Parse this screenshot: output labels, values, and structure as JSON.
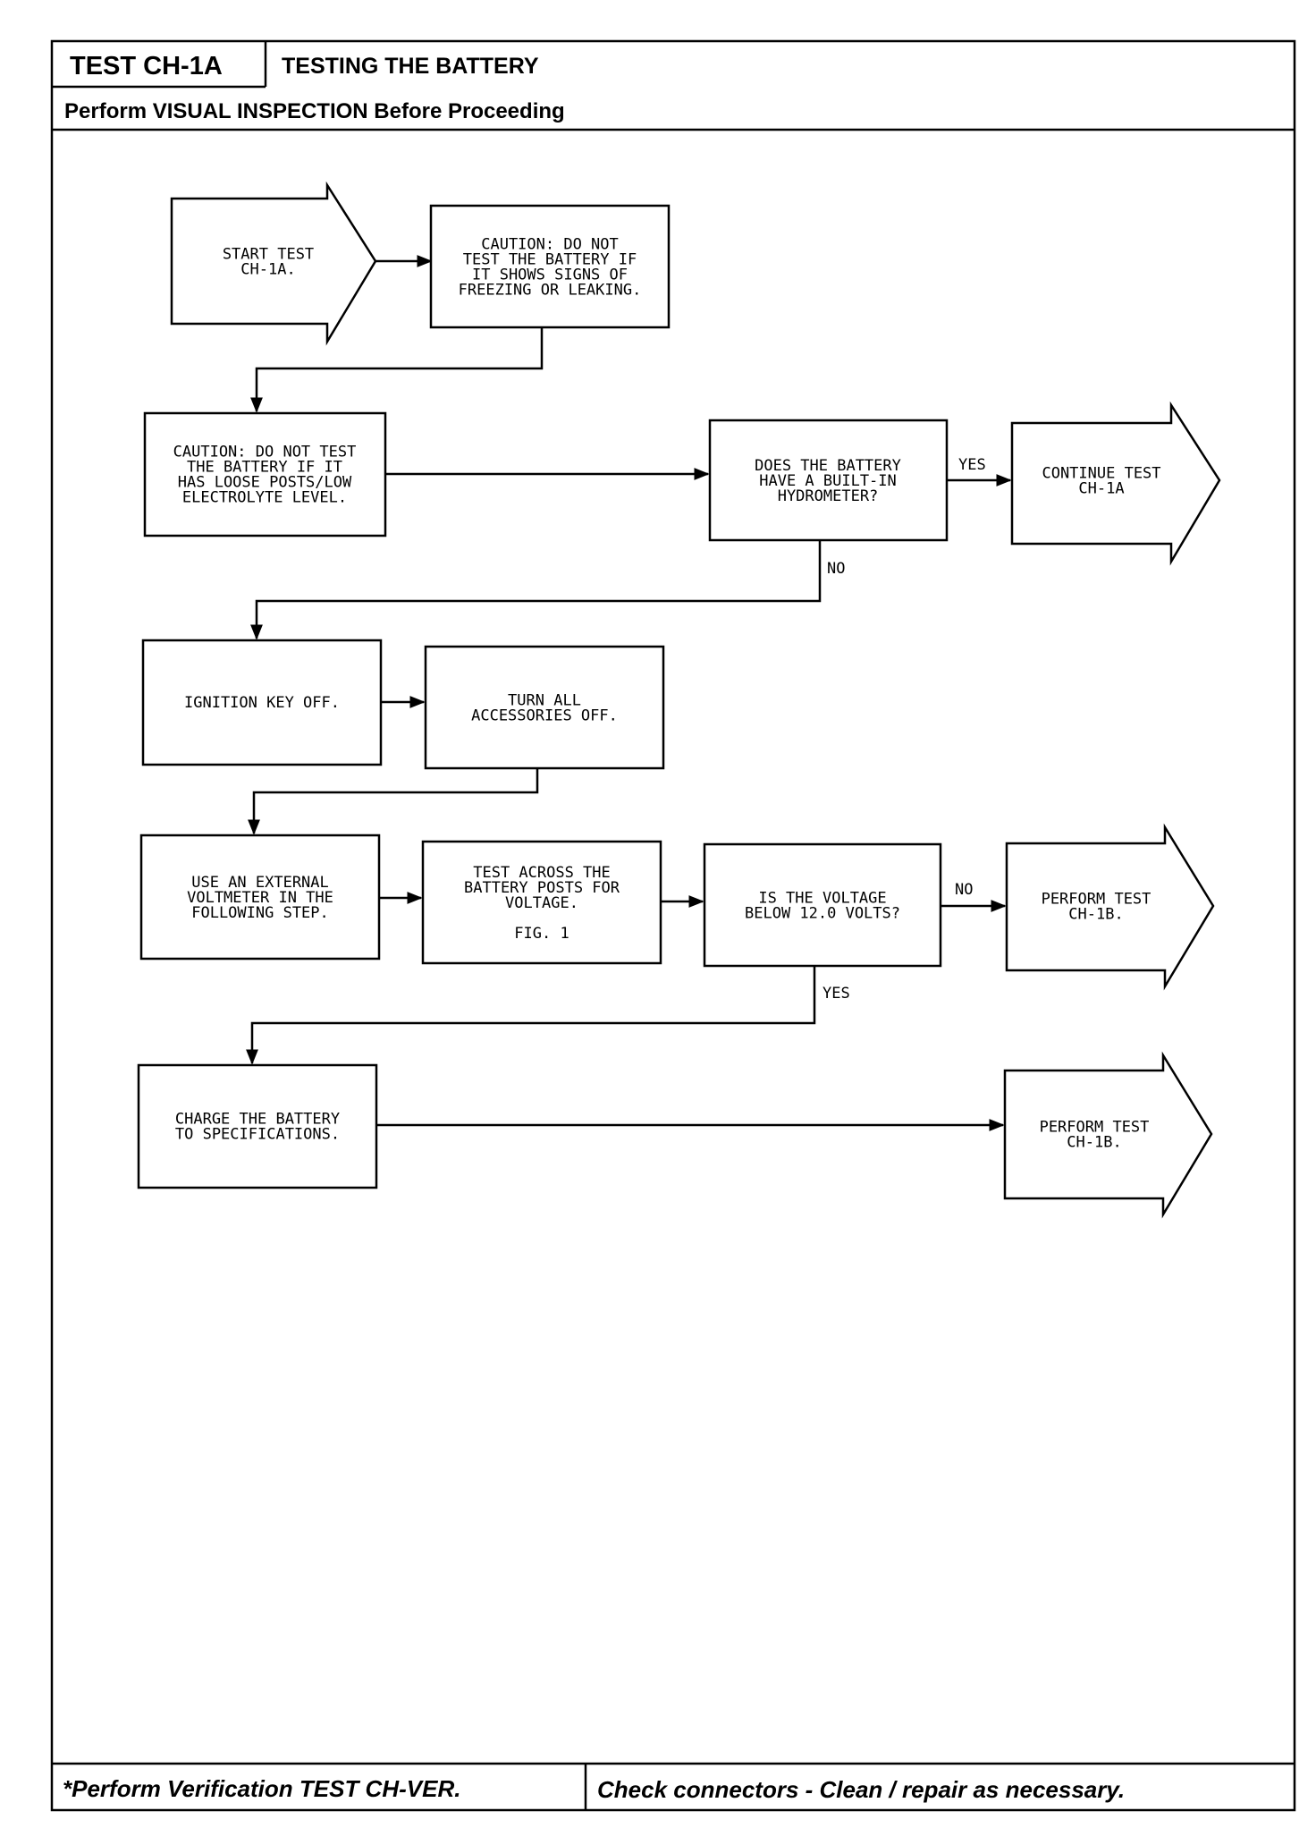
{
  "header": {
    "test_id": "TEST CH-1A",
    "title": "TESTING THE BATTERY",
    "subtitle": "Perform VISUAL INSPECTION Before Proceeding"
  },
  "nodes": {
    "start": [
      "START TEST",
      "CH-1A."
    ],
    "caution1": [
      "CAUTION:  DO NOT",
      "TEST THE BATTERY IF",
      "IT SHOWS SIGNS OF",
      "FREEZING OR LEAKING."
    ],
    "caution2": [
      "CAUTION: DO NOT TEST",
      "THE BATTERY IF IT",
      "HAS LOOSE POSTS/LOW",
      "ELECTROLYTE LEVEL."
    ],
    "hydrometer": [
      "DOES THE BATTERY",
      "HAVE A BUILT-IN",
      "HYDROMETER?"
    ],
    "continue": [
      "CONTINUE TEST",
      "CH-1A"
    ],
    "ignition": [
      "IGNITION KEY OFF."
    ],
    "accessories": [
      "TURN ALL",
      "ACCESSORIES OFF."
    ],
    "voltmeter": [
      "USE AN EXTERNAL",
      "VOLTMETER IN THE",
      "FOLLOWING STEP."
    ],
    "test_posts": [
      "TEST ACROSS THE",
      "BATTERY POSTS FOR",
      "VOLTAGE.",
      "",
      "FIG. 1"
    ],
    "voltage": [
      "IS THE VOLTAGE",
      "BELOW 12.0 VOLTS?"
    ],
    "perform1": [
      "PERFORM TEST",
      "CH-1B."
    ],
    "charge": [
      "CHARGE THE BATTERY",
      "TO SPECIFICATIONS."
    ],
    "perform2": [
      "PERFORM TEST",
      "CH-1B."
    ]
  },
  "edge_labels": {
    "hydro_yes": "YES",
    "hydro_no": "NO",
    "volt_no": "NO",
    "volt_yes": "YES"
  },
  "footer": {
    "left": "*Perform Verification TEST CH-VER.",
    "right": "Check connectors - Clean / repair as necessary."
  }
}
